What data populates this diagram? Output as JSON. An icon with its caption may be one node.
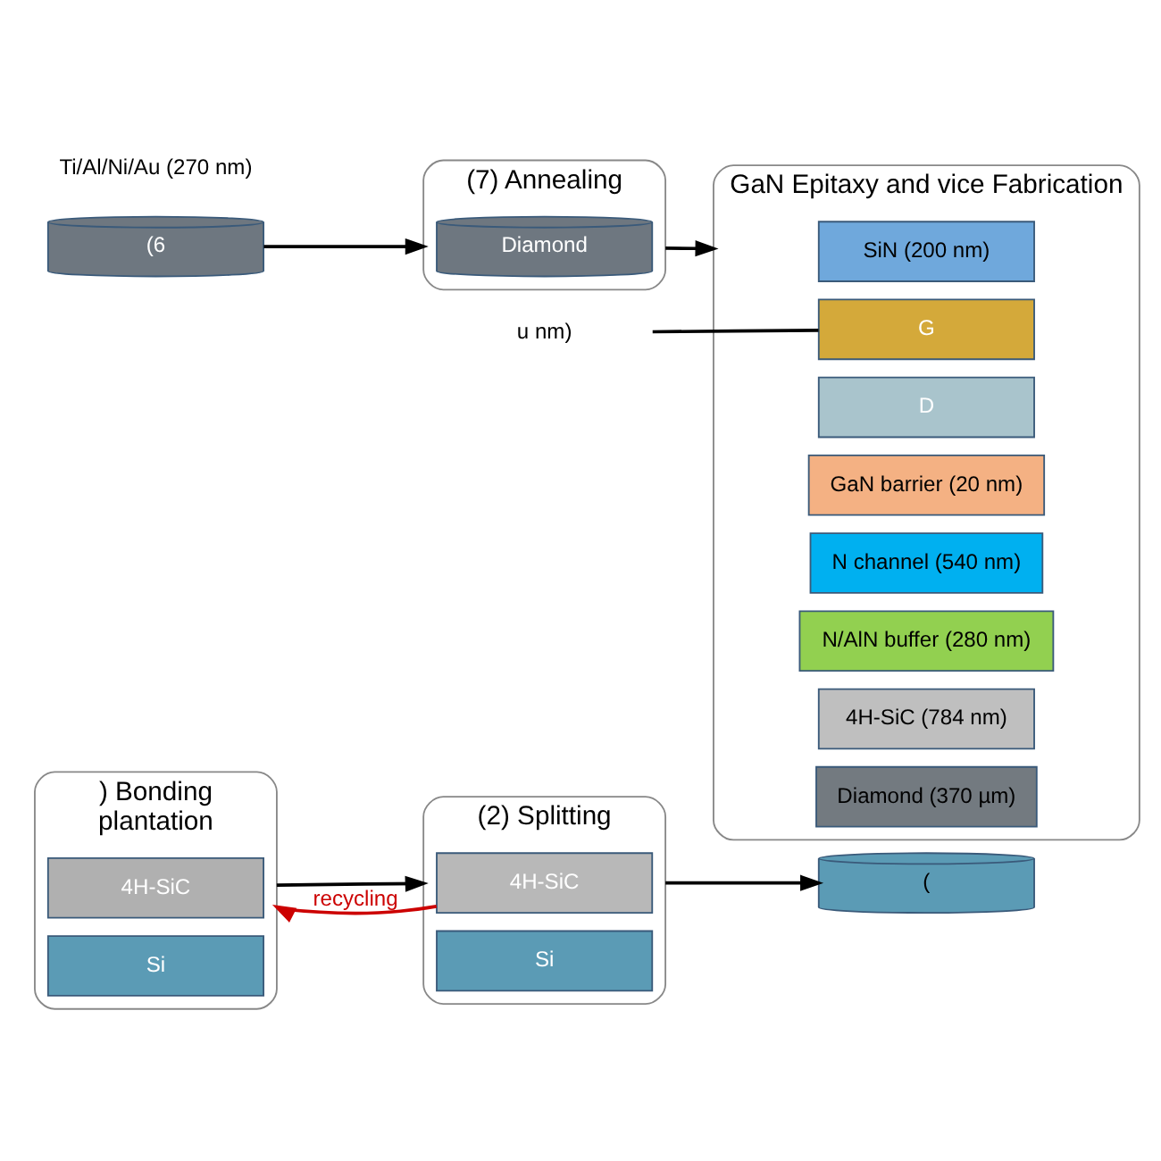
{
  "diagram": {
    "nodes": [
      {
        "text": [
          ") Bonding",
          "plantation"
        ]
      },
      {
        "text": [
          "4H-SiC"
        ],
        "in": 0
      },
      {
        "text": [
          "Si"
        ],
        "in": 0
      },
      {
        "text": [
          "(2) Splitting"
        ]
      },
      {
        "text": [
          "4H-SiC"
        ],
        "in": 3
      },
      {
        "text": [
          "Si"
        ],
        "in": 3
      },
      {
        "text": [
          "("
        ]
      },
      {
        "text": [
          "(6"
        ]
      },
      {
        "text": [
          "(7) Annealing"
        ]
      },
      {
        "text": [
          "Diamond"
        ],
        "in": 8
      },
      {
        "text": [
          "GaN Epitaxy and vice Fabrication"
        ]
      },
      {
        "text": [
          "SiN (200 nm)"
        ],
        "in": 10
      },
      {
        "text": [
          "G"
        ],
        "in": 10
      },
      {
        "text": [
          "D"
        ],
        "in": 10
      },
      {
        "text": [
          "GaN barrier (20 nm)"
        ],
        "in": 10
      },
      {
        "text": [
          "N channel (540 nm)"
        ],
        "in": 10
      },
      {
        "text": [
          "N/AlN buffer (280 nm)"
        ],
        "in": 10
      },
      {
        "text": [
          "4H-SiC (784 nm)"
        ],
        "in": 10
      },
      {
        "text": [
          "Diamond (370 µm)"
        ],
        "in": 10
      },
      {
        "text": [
          "u nm)"
        ]
      }
    ],
    "edges": [
      {
        "from": 0,
        "to": 3,
        "arrow": "to"
      },
      {
        "from": 3,
        "to": 6,
        "arrow": "to"
      },
      {
        "from": 4,
        "to": 0,
        "arrow": "to",
        "label": "recycling",
        "color": "#cc0000"
      },
      {
        "from": 7,
        "to": 8,
        "arrow": "to"
      },
      {
        "from": 8,
        "to": 10,
        "arrow": "to"
      },
      {
        "from": 19,
        "to": 12,
        "arrow": "none"
      }
    ],
    "labels": [
      "Ti/Al/Ni/Au (270 nm)"
    ]
  }
}
